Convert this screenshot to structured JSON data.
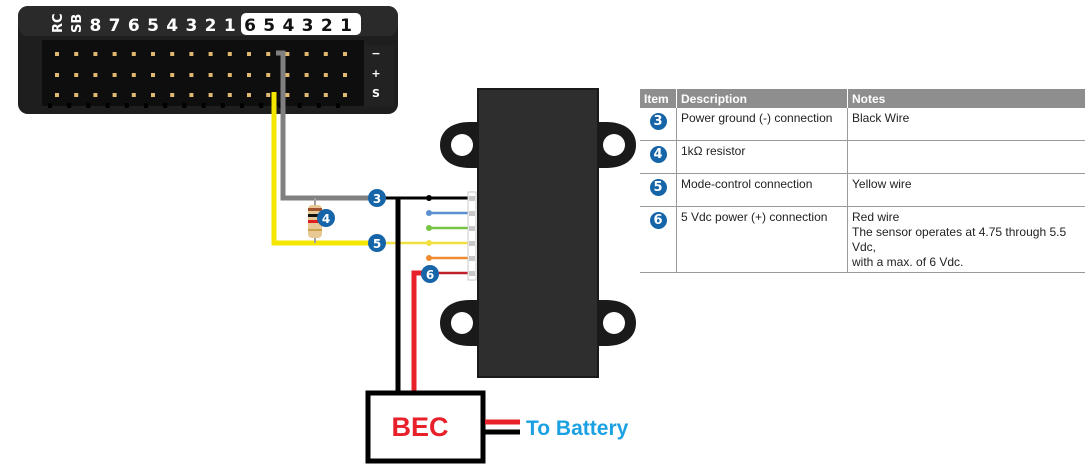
{
  "flight_controller": {
    "aux_labels": [
      "RC",
      "SB"
    ],
    "rc_channels": [
      "8",
      "7",
      "6",
      "5",
      "4",
      "3",
      "2",
      "1"
    ],
    "main_channels": [
      "6",
      "5",
      "4",
      "3",
      "2",
      "1"
    ],
    "rail_labels": [
      "−",
      "+",
      "S"
    ]
  },
  "callouts": {
    "ground": "3",
    "resistor": "4",
    "mode_control": "5",
    "power": "6"
  },
  "bec": {
    "label": "BEC",
    "battery_label": "To Battery"
  },
  "wire_colors": {
    "ground": "#000000",
    "signal_gray": "#808080",
    "mode_yellow": "#f5e600",
    "blue": "#5b8fd0",
    "green": "#76c442",
    "yellow_thin": "#f0e040",
    "orange": "#f08a30",
    "red": "#d0202a",
    "bec_red": "#e8202a"
  },
  "table": {
    "headers": [
      "Item",
      "Description",
      "Notes"
    ],
    "rows": [
      {
        "item": "3",
        "description": "Power ground (-) connection",
        "notes": [
          "Black Wire"
        ]
      },
      {
        "item": "4",
        "description": "1kΩ resistor",
        "notes": []
      },
      {
        "item": "5",
        "description": "Mode-control connection",
        "notes": [
          "Yellow wire"
        ]
      },
      {
        "item": "6",
        "description": "5 Vdc power (+) connection",
        "notes": [
          "Red wire",
          "The sensor operates at 4.75 through 5.5 Vdc,",
          "with a max. of 6 Vdc."
        ]
      }
    ]
  }
}
